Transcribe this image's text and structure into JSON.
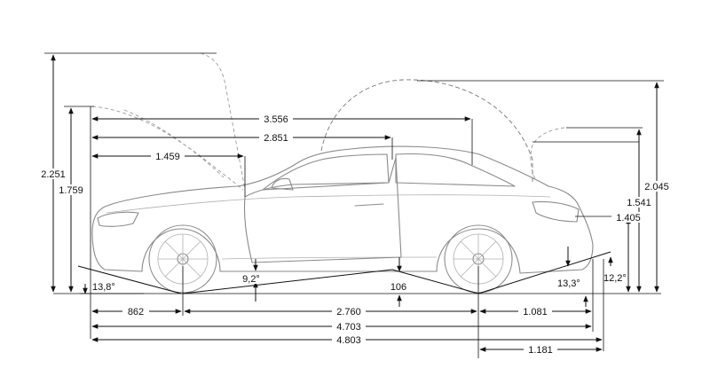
{
  "diagram": {
    "dimensions": {
      "overall_length": "4.803",
      "length_body": "4.703",
      "wheelbase": "2.760",
      "front_overhang": "862",
      "rear_overhang": "1.081",
      "rear_overhang_ext": "1.181",
      "roof_open_length": "3.556",
      "rear_to_b": "2.851",
      "hood_open_length": "1.459",
      "height_hood_open": "2.251",
      "height": "1.759",
      "height_trunk_open": "2.045",
      "height_roof": "1.541",
      "height_trunk": "1.405",
      "ground_clearance": "106",
      "approach_angle": "13,8°",
      "ramp_angle": "9,2°",
      "departure_angle": "13,3°",
      "rear_angle": "12,2°"
    },
    "colors": {
      "dimension_line": "#111111",
      "vehicle_outline": "#8a8a8a"
    }
  }
}
